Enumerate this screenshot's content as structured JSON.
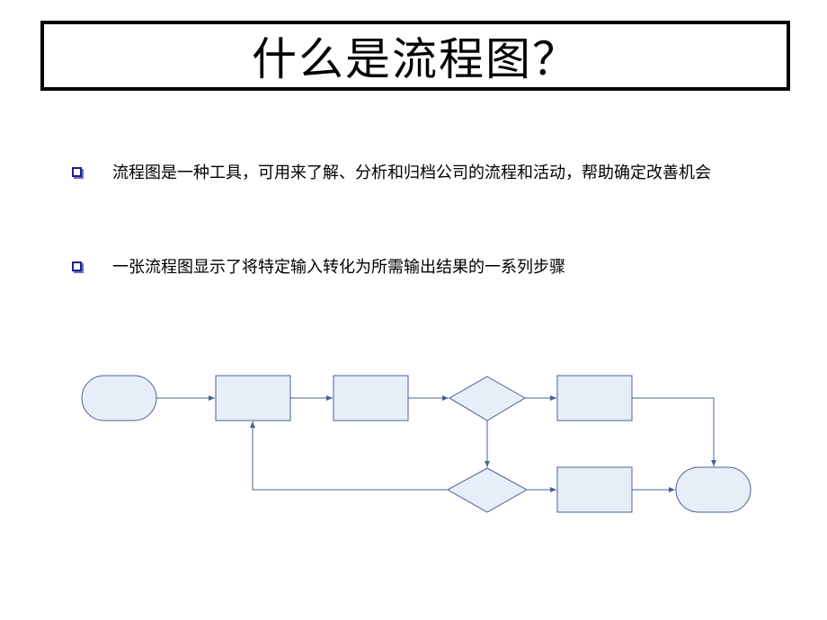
{
  "slide": {
    "title": "什么是流程图？",
    "bullets": [
      "流程图是一种工具，可用来了解、分析和归档公司的流程和活动，帮助确定改善机会",
      "一张流程图显示了将特定输入转化为所需输出结果的一系列步骤"
    ]
  },
  "colors": {
    "shape_fill": "#e8eef7",
    "shape_stroke": "#4a6391",
    "connector": "#4a6391",
    "bullet": "#1f1f8f"
  },
  "icons": {
    "bullet": "square-bullet-icon"
  }
}
